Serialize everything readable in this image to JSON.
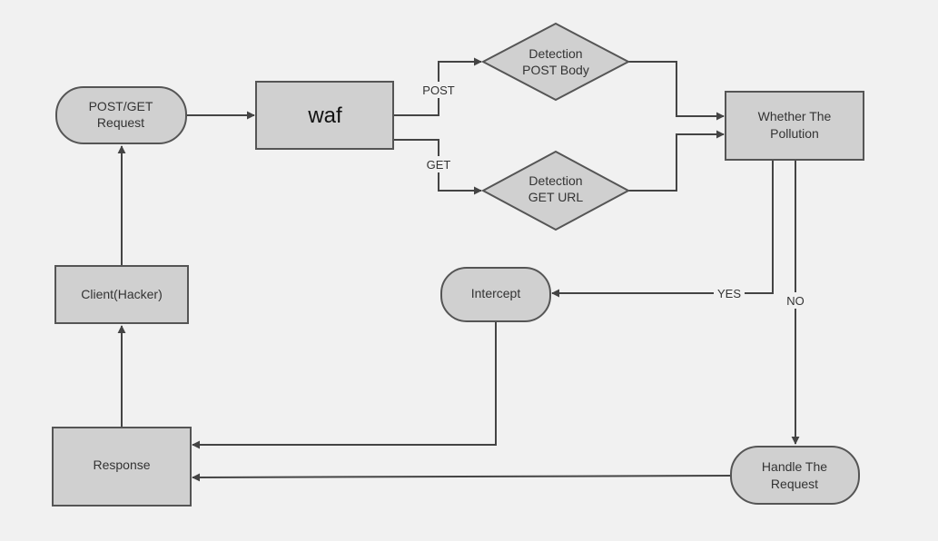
{
  "nodes": {
    "request": {
      "line1": "POST/GET",
      "line2": "Request"
    },
    "waf": {
      "label": "waf"
    },
    "detect_post": {
      "line1": "Detection",
      "line2": "POST Body"
    },
    "detect_get": {
      "line1": "Detection",
      "line2": "GET URL"
    },
    "pollution": {
      "line1": "Whether The",
      "line2": "Pollution"
    },
    "client": {
      "label": "Client(Hacker)"
    },
    "intercept": {
      "label": "Intercept"
    },
    "response": {
      "label": "Response"
    },
    "handle": {
      "line1": "Handle The",
      "line2": "Request"
    }
  },
  "edges": {
    "post": "POST",
    "get": "GET",
    "yes": "YES",
    "no": "NO"
  },
  "colors": {
    "background": "#f1f1f1",
    "node_fill": "#d0d0d0",
    "node_stroke": "#555555",
    "edge": "#444444"
  }
}
